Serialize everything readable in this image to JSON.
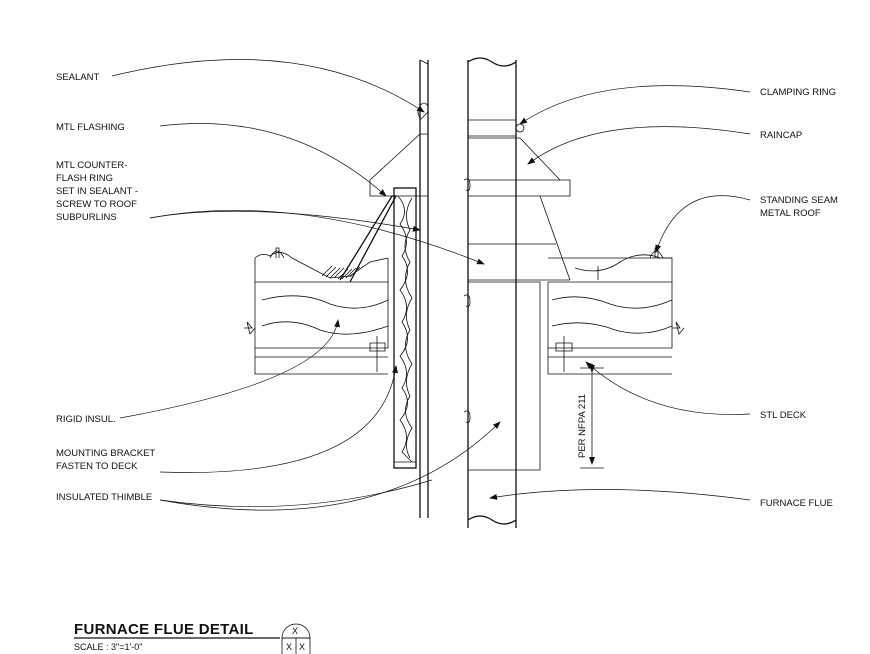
{
  "title": "FURNACE FLUE DETAIL",
  "scale": "SCALE : 3\"=1'-0\"",
  "bubble": {
    "top": "X",
    "bottom_left": "X",
    "bottom_right": "X"
  },
  "dimension_note": "PER NFPA 211",
  "labels_left": [
    "SEALANT",
    "MTL FLASHING",
    "MTL COUNTER-",
    "FLASH RING",
    "SET IN SEALANT -",
    "SCREW TO ROOF",
    "SUBPURLINS",
    "RIGID INSUL.",
    "MOUNTING BRACKET",
    "FASTEN TO DECK",
    "INSULATED THIMBLE"
  ],
  "labels_right": [
    "CLAMPING RING",
    "RAINCAP",
    "STANDING SEAM",
    "METAL ROOF",
    "STL DECK",
    "FURNACE FLUE"
  ]
}
